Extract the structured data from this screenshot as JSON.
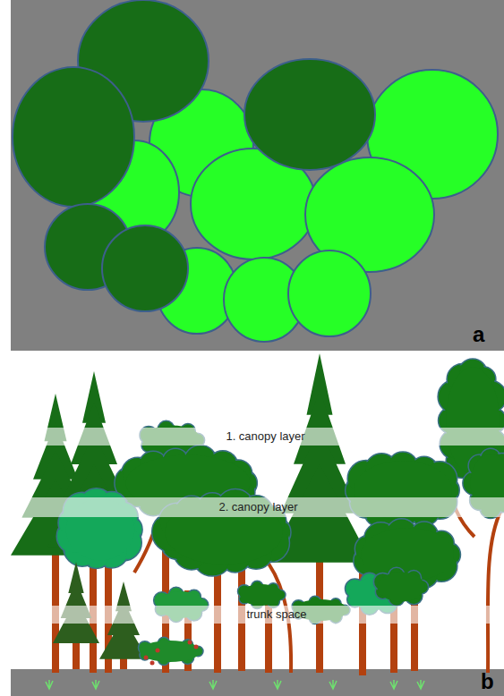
{
  "diagram": {
    "nodes": [
      {
        "text": [
          "1. canopy layer"
        ]
      },
      {
        "text": [
          "2. canopy layer"
        ]
      },
      {
        "text": [
          "trunk space"
        ]
      }
    ],
    "labels": [
      "a",
      "b"
    ]
  }
}
